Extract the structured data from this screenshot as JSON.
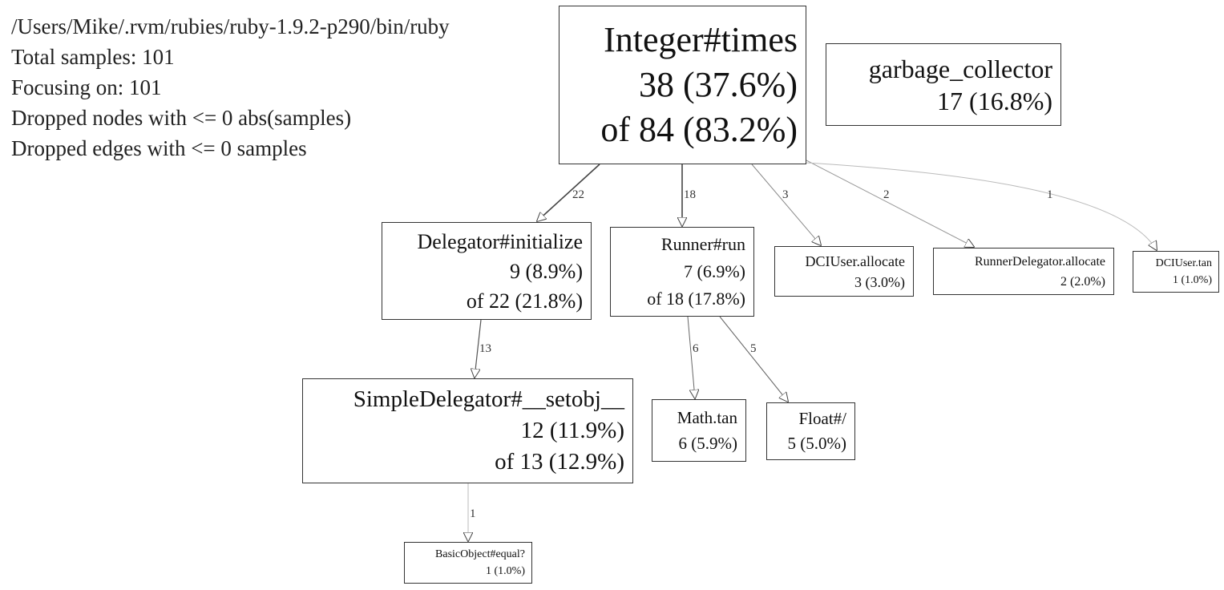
{
  "header": {
    "lines": [
      "/Users/Mike/.rvm/rubies/ruby-1.9.2-p290/bin/ruby",
      "Total samples: 101",
      "Focusing on: 101",
      "Dropped nodes with <= 0 abs(samples)",
      "Dropped edges with <= 0 samples"
    ]
  },
  "nodes": {
    "integer_times": {
      "name": "Integer#times",
      "self": "38 (37.6%)",
      "total": "of 84 (83.2%)"
    },
    "garbage_collector": {
      "name": "garbage_collector",
      "self": "17 (16.8%)"
    },
    "delegator_initialize": {
      "name": "Delegator#initialize",
      "self": "9 (8.9%)",
      "total": "of 22 (21.8%)"
    },
    "runner_run": {
      "name": "Runner#run",
      "self": "7 (6.9%)",
      "total": "of 18 (17.8%)"
    },
    "dciuser_allocate": {
      "name": "DCIUser.allocate",
      "self": "3 (3.0%)"
    },
    "runnerdelegator_allocate": {
      "name": "RunnerDelegator.allocate",
      "self": "2 (2.0%)"
    },
    "dciuser_tan": {
      "name": "DCIUser.tan",
      "self": "1 (1.0%)"
    },
    "simpledelegator_setobj": {
      "name": "SimpleDelegator#__setobj__",
      "self": "12 (11.9%)",
      "total": "of 13 (12.9%)"
    },
    "math_tan": {
      "name": "Math.tan",
      "self": "6 (5.9%)"
    },
    "float_div": {
      "name": "Float#/",
      "self": "5 (5.0%)"
    },
    "basicobject_equal": {
      "name": "BasicObject#equal?",
      "self": "1 (1.0%)"
    }
  },
  "edges": [
    {
      "from": "integer_times",
      "to": "delegator_initialize",
      "label": "22"
    },
    {
      "from": "integer_times",
      "to": "runner_run",
      "label": "18"
    },
    {
      "from": "integer_times",
      "to": "dciuser_allocate",
      "label": "3"
    },
    {
      "from": "integer_times",
      "to": "runnerdelegator_allocate",
      "label": "2"
    },
    {
      "from": "integer_times",
      "to": "dciuser_tan",
      "label": "1"
    },
    {
      "from": "delegator_initialize",
      "to": "simpledelegator_setobj",
      "label": "13"
    },
    {
      "from": "runner_run",
      "to": "math_tan",
      "label": "6"
    },
    {
      "from": "runner_run",
      "to": "float_div",
      "label": "5"
    },
    {
      "from": "simpledelegator_setobj",
      "to": "basicobject_equal",
      "label": "1"
    }
  ]
}
